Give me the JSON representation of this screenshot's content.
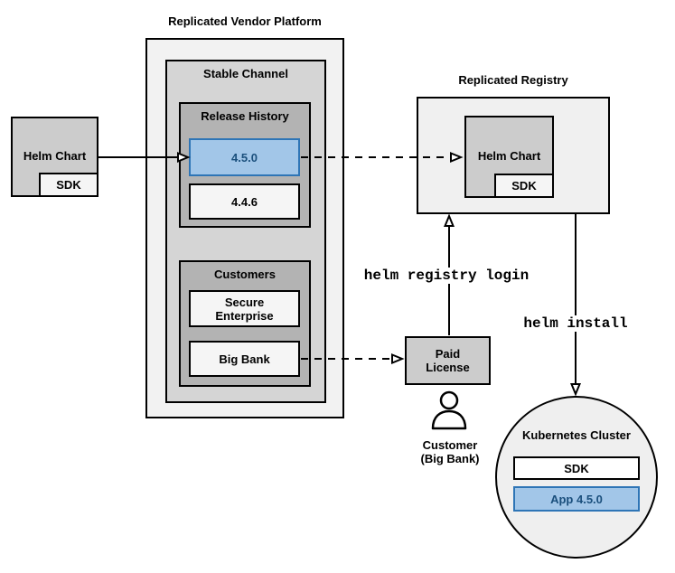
{
  "colors": {
    "platform_fill": "#F2F2F2",
    "channel_fill": "#D5D5D5",
    "group_fill": "#B3B3B3",
    "light_box_fill": "#F5F5F5",
    "gray_box_fill": "#CCCCCC",
    "registry_fill": "#F0F0F0",
    "cluster_fill": "#EFEFEF",
    "white_box_fill": "#FFFFFF",
    "highlight_fill": "#A2C6E8",
    "highlight_border": "#2E75B6",
    "highlight_text": "#1A4F7C",
    "line_color": "#000000"
  },
  "source": {
    "helm_chart_label": "Helm Chart",
    "sdk_label": "SDK"
  },
  "platform": {
    "title": "Replicated Vendor Platform",
    "stable_channel": {
      "title": "Stable Channel",
      "release_history": {
        "title": "Release History",
        "releases": [
          "4.5.0",
          "4.4.6"
        ]
      },
      "customers": {
        "title": "Customers",
        "items": [
          "Secure Enterprise",
          "Big Bank"
        ]
      }
    }
  },
  "registry": {
    "title": "Replicated Registry",
    "helm_chart_label": "Helm Chart",
    "sdk_label": "SDK"
  },
  "license": {
    "label": "Paid License"
  },
  "customer": {
    "line1": "Customer",
    "line2": "(Big Bank)"
  },
  "cluster": {
    "title": "Kubernetes Cluster",
    "sdk_label": "SDK",
    "app_label": "App 4.5.0"
  },
  "commands": {
    "registry_login": "helm registry login",
    "install": "helm install"
  }
}
